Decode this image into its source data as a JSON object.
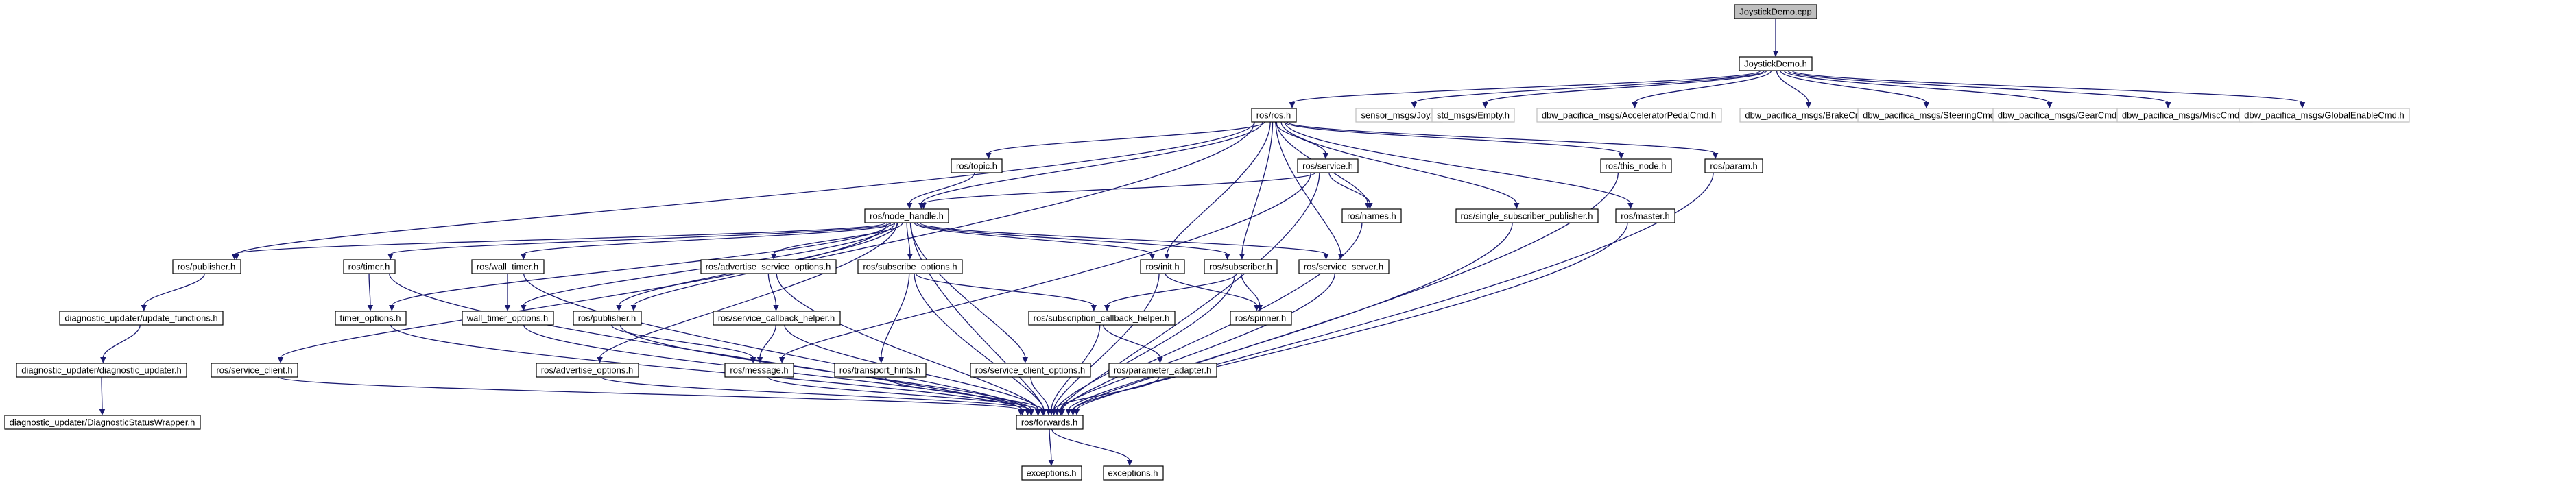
{
  "colors": {
    "edge": "#191970",
    "node_border": "#000000",
    "external_border": "#bfbfbf",
    "root_fill": "#bfbfbf",
    "text": "#000000"
  },
  "nodes": {
    "joystickdemo_cpp": "JoystickDemo.cpp",
    "joystickdemo_h": "JoystickDemo.h",
    "ros_ros_h": "ros/ros.h",
    "sensor_msgs_joy": "sensor_msgs/Joy.h",
    "std_msgs_empty": "std_msgs/Empty.h",
    "dbw_accelerator": "dbw_pacifica_msgs/AcceleratorPedalCmd.h",
    "dbw_brake": "dbw_pacifica_msgs/BrakeCmd.h",
    "dbw_steering": "dbw_pacifica_msgs/SteeringCmd.h",
    "dbw_gear": "dbw_pacifica_msgs/GearCmd.h",
    "dbw_misc": "dbw_pacifica_msgs/MiscCmd.h",
    "dbw_global": "dbw_pacifica_msgs/GlobalEnableCmd.h",
    "ros_topic": "ros/topic.h",
    "ros_service": "ros/service.h",
    "ros_this_node": "ros/this_node.h",
    "ros_param": "ros/param.h",
    "ros_node_handle": "ros/node_handle.h",
    "ros_names": "ros/names.h",
    "ros_single_subscriber_publisher": "ros/single_subscriber_publisher.h",
    "ros_master": "ros/master.h",
    "ros_publisher_left": "ros/publisher.h",
    "ros_timer": "ros/timer.h",
    "ros_wall_timer": "ros/wall_timer.h",
    "ros_advertise_service_options": "ros/advertise_service_options.h",
    "ros_subscribe_options": "ros/subscribe_options.h",
    "ros_init": "ros/init.h",
    "ros_subscriber": "ros/subscriber.h",
    "ros_service_server": "ros/service_server.h",
    "diag_update_functions": "diagnostic_updater/update_functions.h",
    "timer_options": "timer_options.h",
    "wall_timer_options": "wall_timer_options.h",
    "ros_publisher_mid": "ros/publisher.h",
    "ros_service_callback_helper": "ros/service_callback_helper.h",
    "ros_subscription_callback_helper": "ros/subscription_callback_helper.h",
    "ros_spinner": "ros/spinner.h",
    "diag_updater": "diagnostic_updater/diagnostic_updater.h",
    "ros_service_client": "ros/service_client.h",
    "ros_advertise_options": "ros/advertise_options.h",
    "ros_message": "ros/message.h",
    "ros_transport_hints": "ros/transport_hints.h",
    "ros_service_client_options": "ros/service_client_options.h",
    "ros_parameter_adapter": "ros/parameter_adapter.h",
    "diag_status_wrapper": "diagnostic_updater/DiagnosticStatusWrapper.h",
    "ros_forwards": "ros/forwards.h",
    "exceptions_a": "exceptions.h",
    "exceptions_b": "exceptions.h"
  }
}
